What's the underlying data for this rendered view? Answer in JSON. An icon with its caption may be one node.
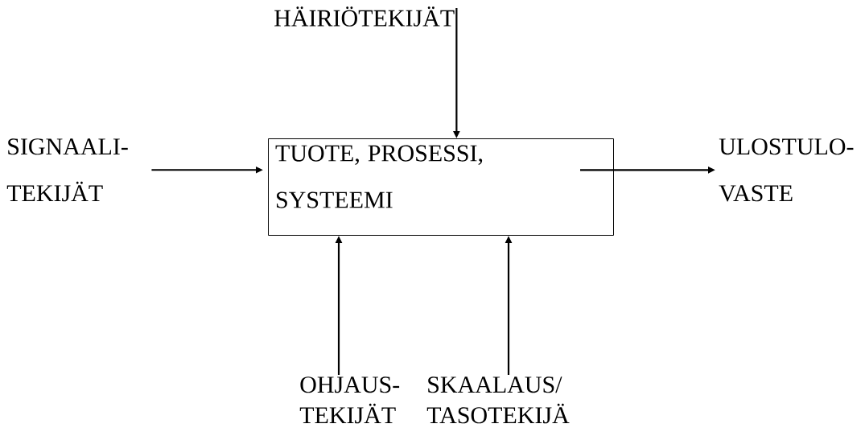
{
  "diagram": {
    "nodes": [
      {
        "text": [
          "TUOTE, PROSESSI, SYSTEEMI"
        ]
      },
      {
        "text": [
          "HÄIRIÖTEKIJÄT"
        ]
      },
      {
        "text": [
          "SIGNAALI- TEKIJÄT"
        ]
      },
      {
        "text": [
          "ULOSTULO- VASTE"
        ]
      },
      {
        "text": [
          "OHJAUS- TEKIJÄT"
        ]
      },
      {
        "text": [
          "SKAALAUS/ TASOTEKIJÄ"
        ]
      }
    ],
    "edges": [
      {
        "from": 1,
        "to": 0,
        "arrow": "to"
      },
      {
        "from": 2,
        "to": 0,
        "arrow": "to"
      },
      {
        "from": 0,
        "to": 3,
        "arrow": "to"
      },
      {
        "from": 4,
        "to": 0,
        "arrow": "to"
      },
      {
        "from": 5,
        "to": 0,
        "arrow": "to"
      }
    ]
  }
}
